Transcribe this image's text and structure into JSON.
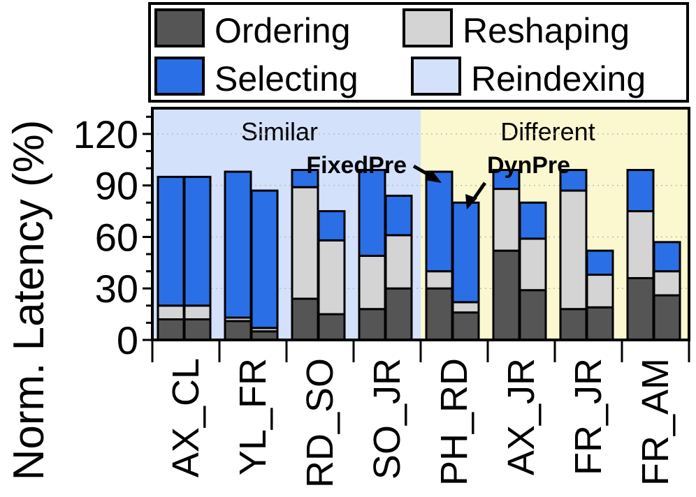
{
  "chart_data": {
    "type": "bar",
    "stacked": true,
    "grouped": true,
    "ylabel": "Norm. Latency (%)",
    "ylim": [
      0,
      135
    ],
    "yticks": [
      0,
      30,
      60,
      90,
      120
    ],
    "grid": "horizontal dotted",
    "legend_position": "top",
    "categories": [
      "AX_CL",
      "YL_FR",
      "RD_SO",
      "SO_JR",
      "PH_RD",
      "AX_JR",
      "FR_JR",
      "FR_AM"
    ],
    "bars_per_category": [
      "FixedPre",
      "DynPre"
    ],
    "regions": [
      {
        "label": "Similar",
        "categories": [
          "AX_CL",
          "YL_FR",
          "RD_SO",
          "SO_JR"
        ],
        "color": "#d4e1fa"
      },
      {
        "label": "Different",
        "categories": [
          "PH_RD",
          "AX_JR",
          "FR_JR",
          "FR_AM"
        ],
        "color": "#fbf8d0"
      }
    ],
    "annotations": [
      {
        "text": "FixedPre",
        "points_to": "PH_RD FixedPre bar"
      },
      {
        "text": "DynPre",
        "points_to": "PH_RD DynPre bar"
      }
    ],
    "series": [
      {
        "name": "Ordering",
        "color": "#555555",
        "fixed": [
          12,
          11,
          24,
          18,
          30,
          52,
          18,
          36
        ],
        "dyn": [
          12,
          5,
          15,
          30,
          16,
          29,
          19,
          26
        ]
      },
      {
        "name": "Reshaping",
        "color": "#d4d4d4",
        "fixed": [
          8,
          2,
          65,
          31,
          10,
          36,
          69,
          39
        ],
        "dyn": [
          8,
          2,
          43,
          31,
          6,
          30,
          19,
          14
        ]
      },
      {
        "name": "Selecting",
        "color": "#2b6fe6",
        "fixed": [
          75,
          85,
          10,
          50,
          58,
          11,
          12,
          24
        ],
        "dyn": [
          75,
          80,
          17,
          23,
          58,
          21,
          14,
          17
        ]
      },
      {
        "name": "Reindexing",
        "color": "#d4e1fa",
        "fixed": [
          0,
          0,
          0,
          0,
          0,
          0,
          0,
          0
        ],
        "dyn": [
          0,
          0,
          0,
          0,
          0,
          0,
          0,
          0
        ]
      }
    ]
  }
}
